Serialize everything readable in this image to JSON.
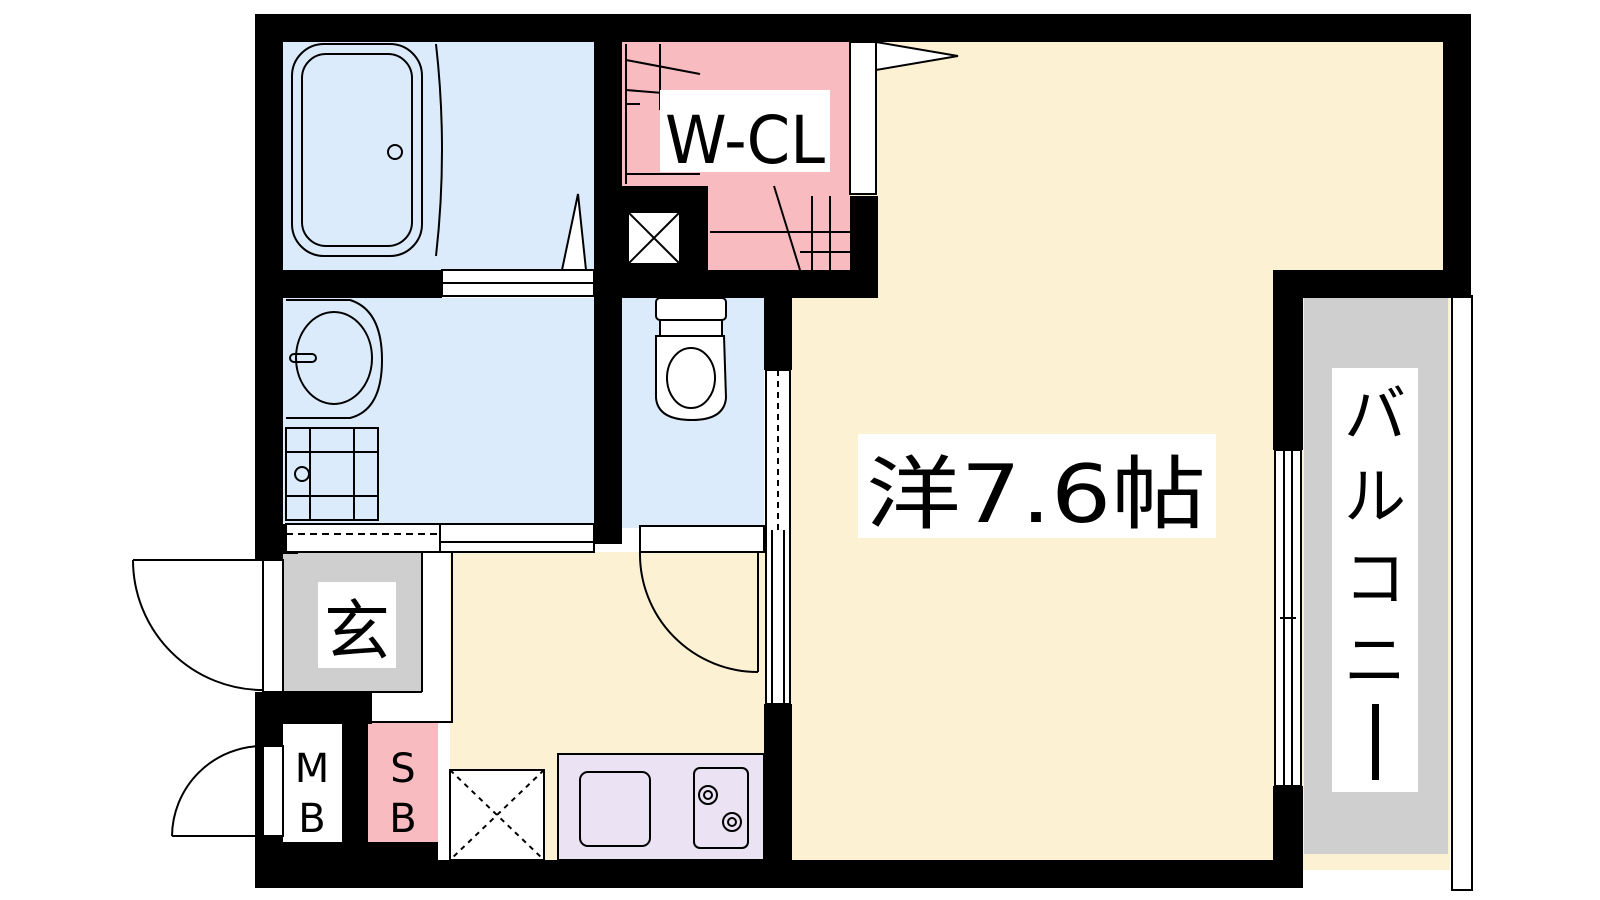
{
  "rooms": {
    "western_room": "洋7.6帖",
    "closet": "W-CL",
    "entrance": "玄",
    "meter_box": [
      "M",
      "B"
    ],
    "shoe_box": [
      "S",
      "B"
    ],
    "balcony": [
      "バ",
      "ル",
      "コ",
      "ニ",
      "ー"
    ]
  },
  "colors": {
    "wall": "#000000",
    "floor_main": "#fdf1d4",
    "wet_area": "#dcebfb",
    "closet": "#f8bcc0",
    "entrance": "#cfcfcf",
    "kitchen_counter": "#ebe3f4",
    "balcony": "#cfcfcf"
  }
}
